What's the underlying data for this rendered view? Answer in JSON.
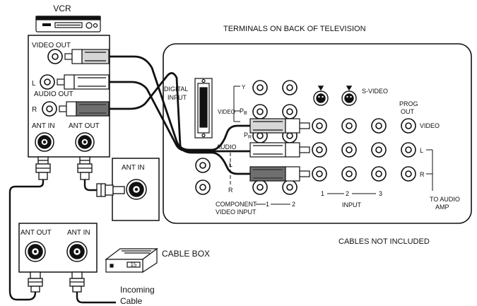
{
  "title": "TERMINALS ON BACK OF TELEVISION",
  "footer_note": "CABLES NOT INCLUDED",
  "vcr": {
    "label": "VCR",
    "video_out": "VIDEO OUT",
    "audio_l": "L",
    "audio_out": "AUDIO OUT",
    "audio_r": "R",
    "ant_in": "ANT  IN",
    "ant_out": "ANT  OUT"
  },
  "ant_in_box": {
    "label": "ANT IN"
  },
  "cable_box": {
    "ant_out": "ANT OUT",
    "ant_in": "ANT  IN",
    "label": "CABLE BOX",
    "display": "15"
  },
  "incoming_cable": {
    "line1": "Incoming",
    "line2": "Cable"
  },
  "tv": {
    "digital_input_line1": "DIGITAL",
    "digital_input_line2": "INPUT",
    "video": "VIDEO",
    "y": "Y",
    "pb": "P",
    "pb_sub": "B",
    "pr": "P",
    "pr_sub": "R",
    "audio": "AUDIO",
    "audio_l": "L",
    "audio_r": "R",
    "component_line1": "COMPONENT",
    "component_line2": "VIDEO INPUT",
    "comp_1": "1",
    "comp_2": "2",
    "s_video": "S-VIDEO",
    "prog_out_line1": "PROG",
    "prog_out_line2": "OUT",
    "video_right": "VIDEO",
    "l_right": "L",
    "r_right": "R",
    "input": "INPUT",
    "in_1": "1",
    "in_2": "2",
    "in_3": "3",
    "to_audio_line1": "TO AUDIO",
    "to_audio_line2": "AMP"
  },
  "colors": {
    "line": "#111111",
    "plug_white": "#ffffff",
    "plug_light": "#d6d6d6",
    "plug_dark": "#6f6f6f",
    "jack_fill": "#ffffff"
  }
}
